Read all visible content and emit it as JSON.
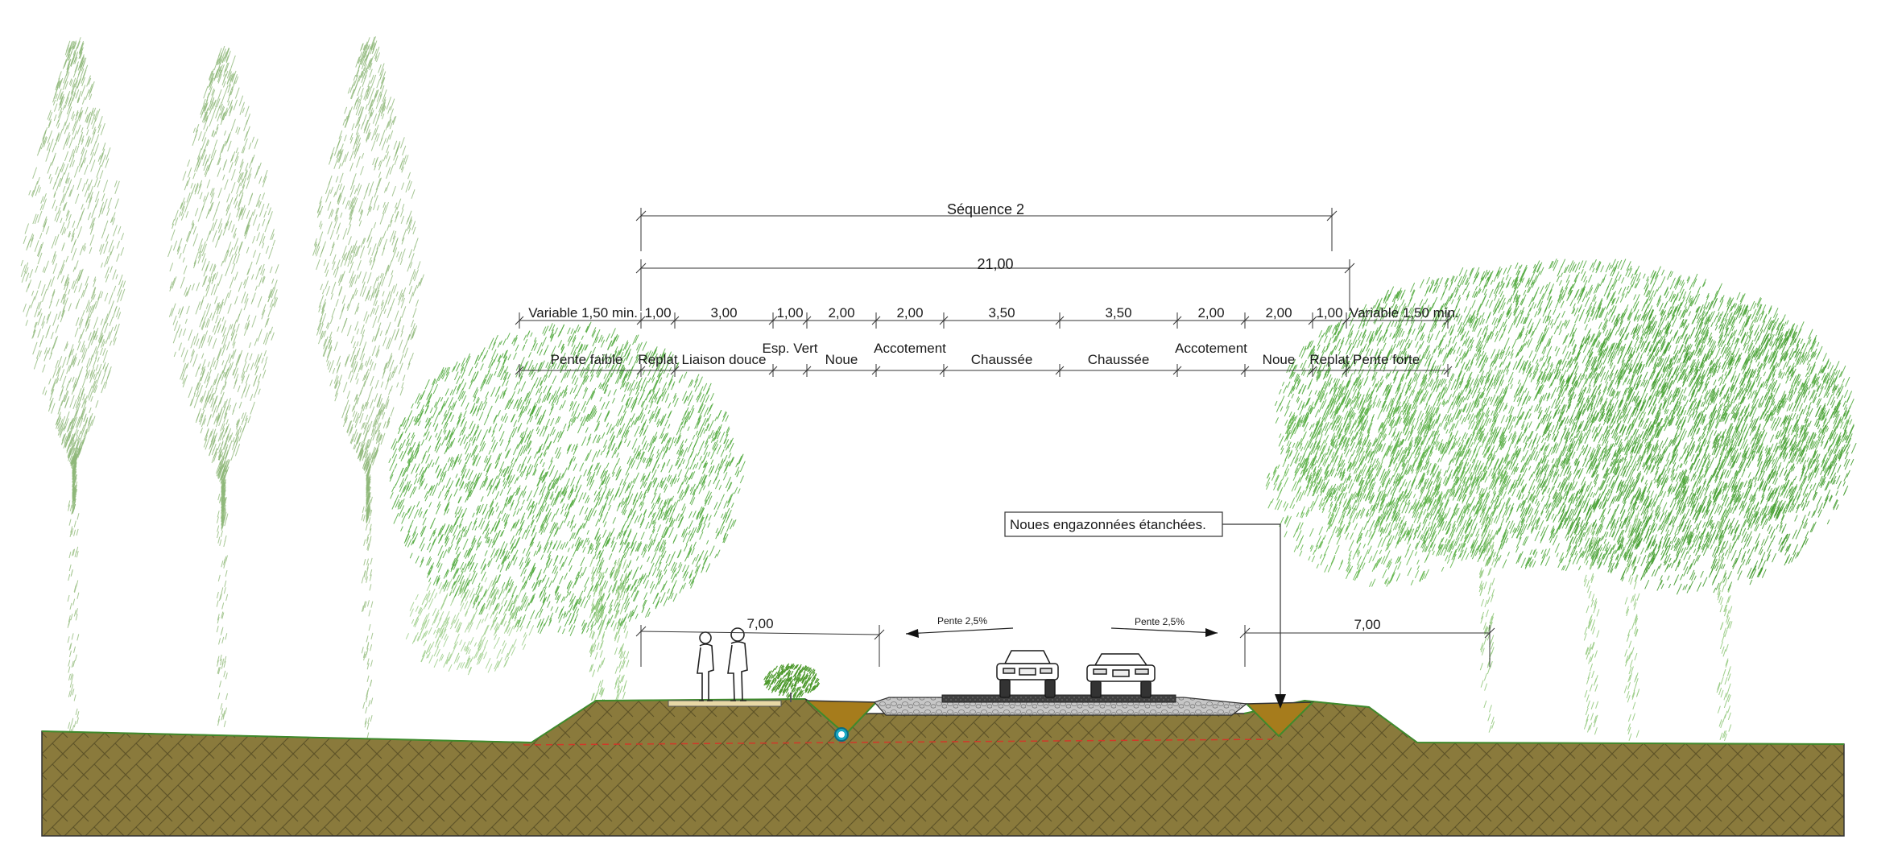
{
  "title": "Séquence 2",
  "total_width": "21,00",
  "dimensions": [
    "Variable 1,50 min.",
    "1,00",
    "3,00",
    "1,00",
    "2,00",
    "2,00",
    "3,50",
    "3,50",
    "2,00",
    "2,00",
    "1,00",
    "Variable 1,50 min."
  ],
  "zones": [
    "Pente faible",
    "Replat",
    "Liaison douce",
    "Esp. Vert",
    "Noue",
    "Accotement",
    "Chaussée",
    "Chaussée",
    "Accotement",
    "Noue",
    "Replat",
    "Pente forte"
  ],
  "callout": "Noues engazonnées étanchées.",
  "slope_left": "Pente 2,5%",
  "slope_right": "Pente 2,5%",
  "bottom_left_width": "7,00",
  "bottom_right_width": "7,00",
  "colors": {
    "soil": "#8a7a3c",
    "soil_hatch": "#5f5428",
    "foliage": "#4ea83a",
    "foliage_light": "#9fcf8c",
    "poplar": "#8fb87a",
    "road": "#3f3f3f",
    "gravel": "#b9b9b9",
    "swale": "#a67c1c",
    "drain": "#1aa9c4",
    "path": "#e8d8a6"
  },
  "icons": [
    "pedestrian-icon",
    "car-icon",
    "shrub-icon",
    "drain-pipe-icon",
    "tree-icon",
    "poplar-icon"
  ]
}
